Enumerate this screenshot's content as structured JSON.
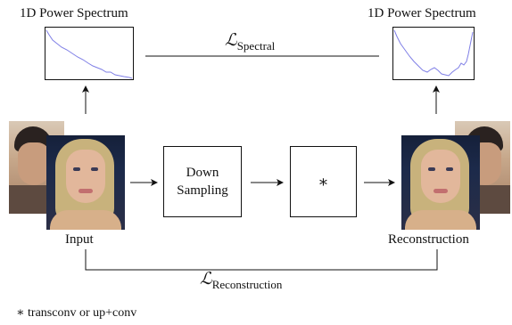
{
  "spectrum": {
    "left_title": "1D Power Spectrum",
    "right_title": "1D Power Spectrum",
    "line_color": "#7f7fe6"
  },
  "loss": {
    "spectral_symbol": "ℒ",
    "spectral_sub": "Spectral",
    "reconstruction_symbol": "ℒ",
    "reconstruction_sub": "Reconstruction"
  },
  "blocks": {
    "input_label": "Input",
    "downsampling_line1": "Down",
    "downsampling_line2": "Sampling",
    "upsample_symbol": "∗",
    "reconstruction_label": "Reconstruction"
  },
  "footnote": "∗ transconv or up+conv"
}
